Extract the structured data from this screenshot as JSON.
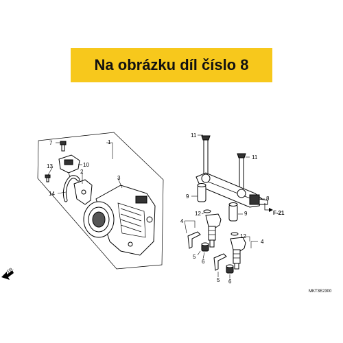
{
  "banner": {
    "text": "Na obrázku díl číslo 8",
    "color": "#f7c81c"
  },
  "diagram": {
    "callouts": {
      "c1": "1",
      "c2": "2",
      "c3": "3",
      "c7": "7",
      "c10": "10",
      "c13": "13",
      "c14": "14",
      "c11a": "11",
      "c11b": "11",
      "c8": "8",
      "c9a": "9",
      "c9b": "9",
      "c12a": "12",
      "c12b": "12",
      "c4a": "4",
      "c4b": "4",
      "c5a": "5",
      "c5b": "5",
      "c6a": "6",
      "c6b": "6"
    },
    "ref_label": "F-21",
    "front_label": "FR.",
    "drawing_code": "MKT3E2300"
  }
}
